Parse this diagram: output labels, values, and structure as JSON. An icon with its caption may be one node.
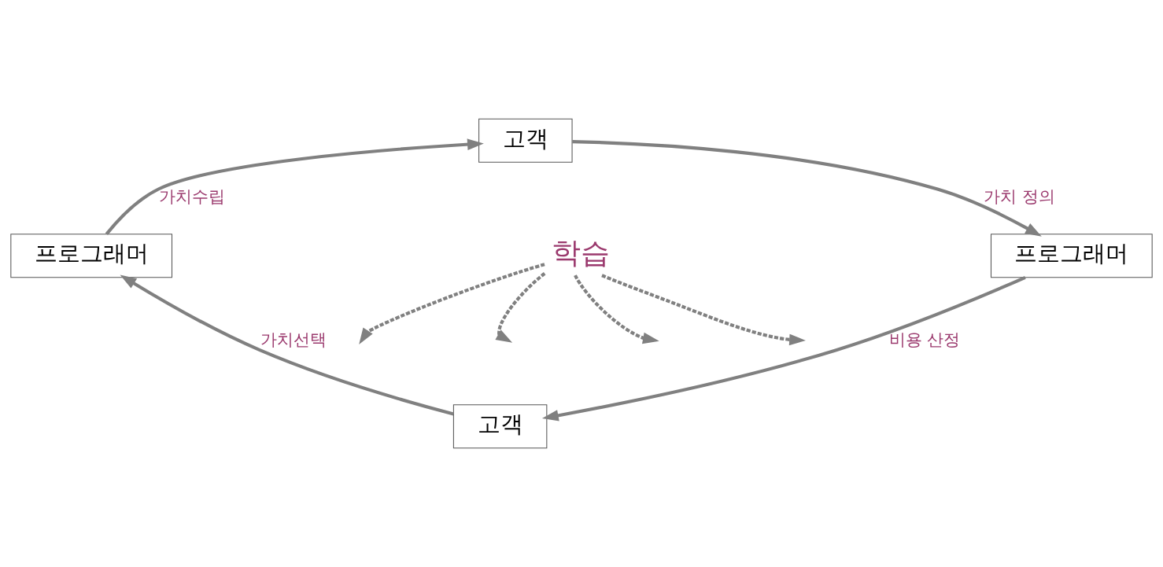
{
  "diagram": {
    "nodes": [
      {
        "text": [
          "고객"
        ]
      },
      {
        "text": [
          "프로그래머"
        ]
      },
      {
        "text": [
          "고객"
        ]
      },
      {
        "text": [
          "프로그래머"
        ]
      },
      {
        "text": [
          "학습"
        ]
      }
    ],
    "edges": [
      {
        "from": 0,
        "to": 1,
        "arrow": "to",
        "label": "가치 정의"
      },
      {
        "from": 1,
        "to": 2,
        "arrow": "to",
        "label": "비용 산정"
      },
      {
        "from": 2,
        "to": 3,
        "arrow": "to",
        "label": "가치선택"
      },
      {
        "from": 3,
        "to": 0,
        "arrow": "to",
        "label": "가치수립"
      },
      {
        "from": 4,
        "to": null,
        "arrow": "to",
        "style": "dashed"
      },
      {
        "from": 4,
        "to": null,
        "arrow": "to",
        "style": "dashed"
      },
      {
        "from": 4,
        "to": null,
        "arrow": "to",
        "style": "dashed"
      },
      {
        "from": 4,
        "to": null,
        "arrow": "to",
        "style": "dashed"
      }
    ]
  }
}
